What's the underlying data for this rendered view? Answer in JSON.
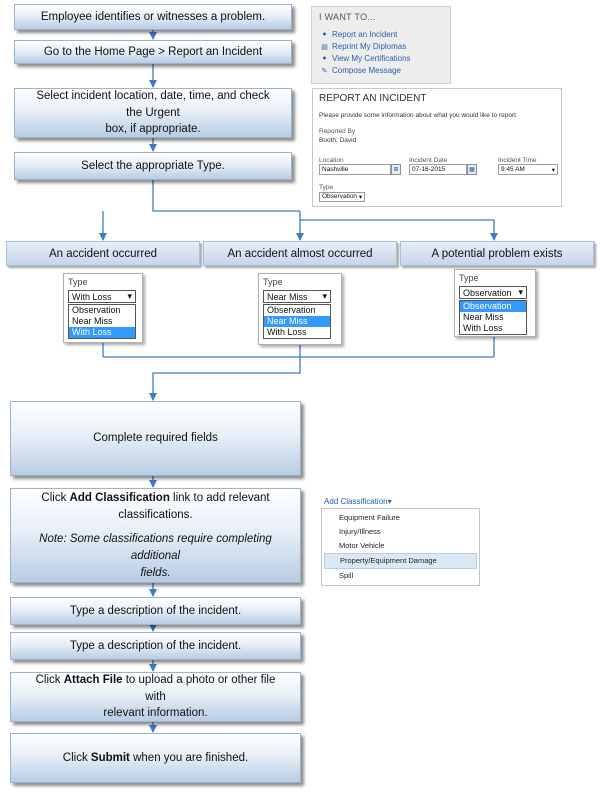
{
  "steps": {
    "identify": "Employee identifies or witnesses a problem.",
    "goto": "Go to the Home Page > Report an Incident",
    "select_location": [
      "Select incident location, date, time, and check the Urgent",
      "box, if appropriate."
    ],
    "select_type": "Select the appropriate Type.",
    "complete": "Complete required fields",
    "add_class": {
      "line1_pre": "Click ",
      "line1_bold": "Add Classification",
      "line1_post": " link to add relevant",
      "line2": "classifications.",
      "note_line1": "Note: Some classifications require completing additional",
      "note_line2": "fields."
    },
    "describe1": "Type a description of the incident.",
    "describe2": "Type a description of the incident.",
    "attach": {
      "pre": "Click ",
      "bold": "Attach File",
      "post": " to upload a photo or other file with",
      "line2": "relevant information."
    },
    "submit": {
      "pre": "Click ",
      "bold": "Submit",
      "post": " when you are finished."
    }
  },
  "branches": [
    {
      "label": "An accident occurred",
      "type_label": "Type",
      "selected": "With Loss",
      "options": [
        "Observation",
        "Near Miss",
        "With Loss"
      ],
      "highlighted": "With Loss"
    },
    {
      "label": "An accident almost occurred",
      "type_label": "Type",
      "selected": "Near Miss",
      "options": [
        "Observation",
        "Near Miss",
        "With Loss"
      ],
      "highlighted": "Near Miss"
    },
    {
      "label": "A potential problem exists",
      "type_label": "Type",
      "selected": "Observation",
      "options": [
        "Observation",
        "Near Miss",
        "With Loss"
      ],
      "highlighted": "Observation"
    }
  ],
  "i_want_to": {
    "title": "I WANT TO...",
    "items": [
      {
        "label": "Report an Incident",
        "icon": "speech-bubble-icon"
      },
      {
        "label": "Reprint My Diplomas",
        "icon": "printer-icon"
      },
      {
        "label": "View My Certifications",
        "icon": "circle-icon"
      },
      {
        "label": "Compose Message",
        "icon": "pencil-icon"
      }
    ]
  },
  "report_form": {
    "title": "REPORT AN INCIDENT",
    "instructions": "Please provide some information about what you would like to report.",
    "reported_by_label": "Reported By",
    "reported_by_value": "Booth, David",
    "location_label": "Location",
    "location_value": "Nashville",
    "date_label": "Incident Date",
    "date_value": "07-16-2015",
    "time_label": "Incident Time",
    "time_value": "9:45 AM",
    "type_label": "Type",
    "type_value": "Observation"
  },
  "classification_menu": {
    "title": "Add Classification",
    "items": [
      "Equipment Failure",
      "Injury/Illness",
      "Motor Vehicle",
      "Property/Equipment Damage",
      "Spill"
    ],
    "hovered": "Property/Equipment Damage"
  },
  "colors": {
    "box_border": "#9bb3cd",
    "arrow": "#3d7cc9",
    "link": "#2a60a8",
    "highlight": "#3399ff"
  }
}
